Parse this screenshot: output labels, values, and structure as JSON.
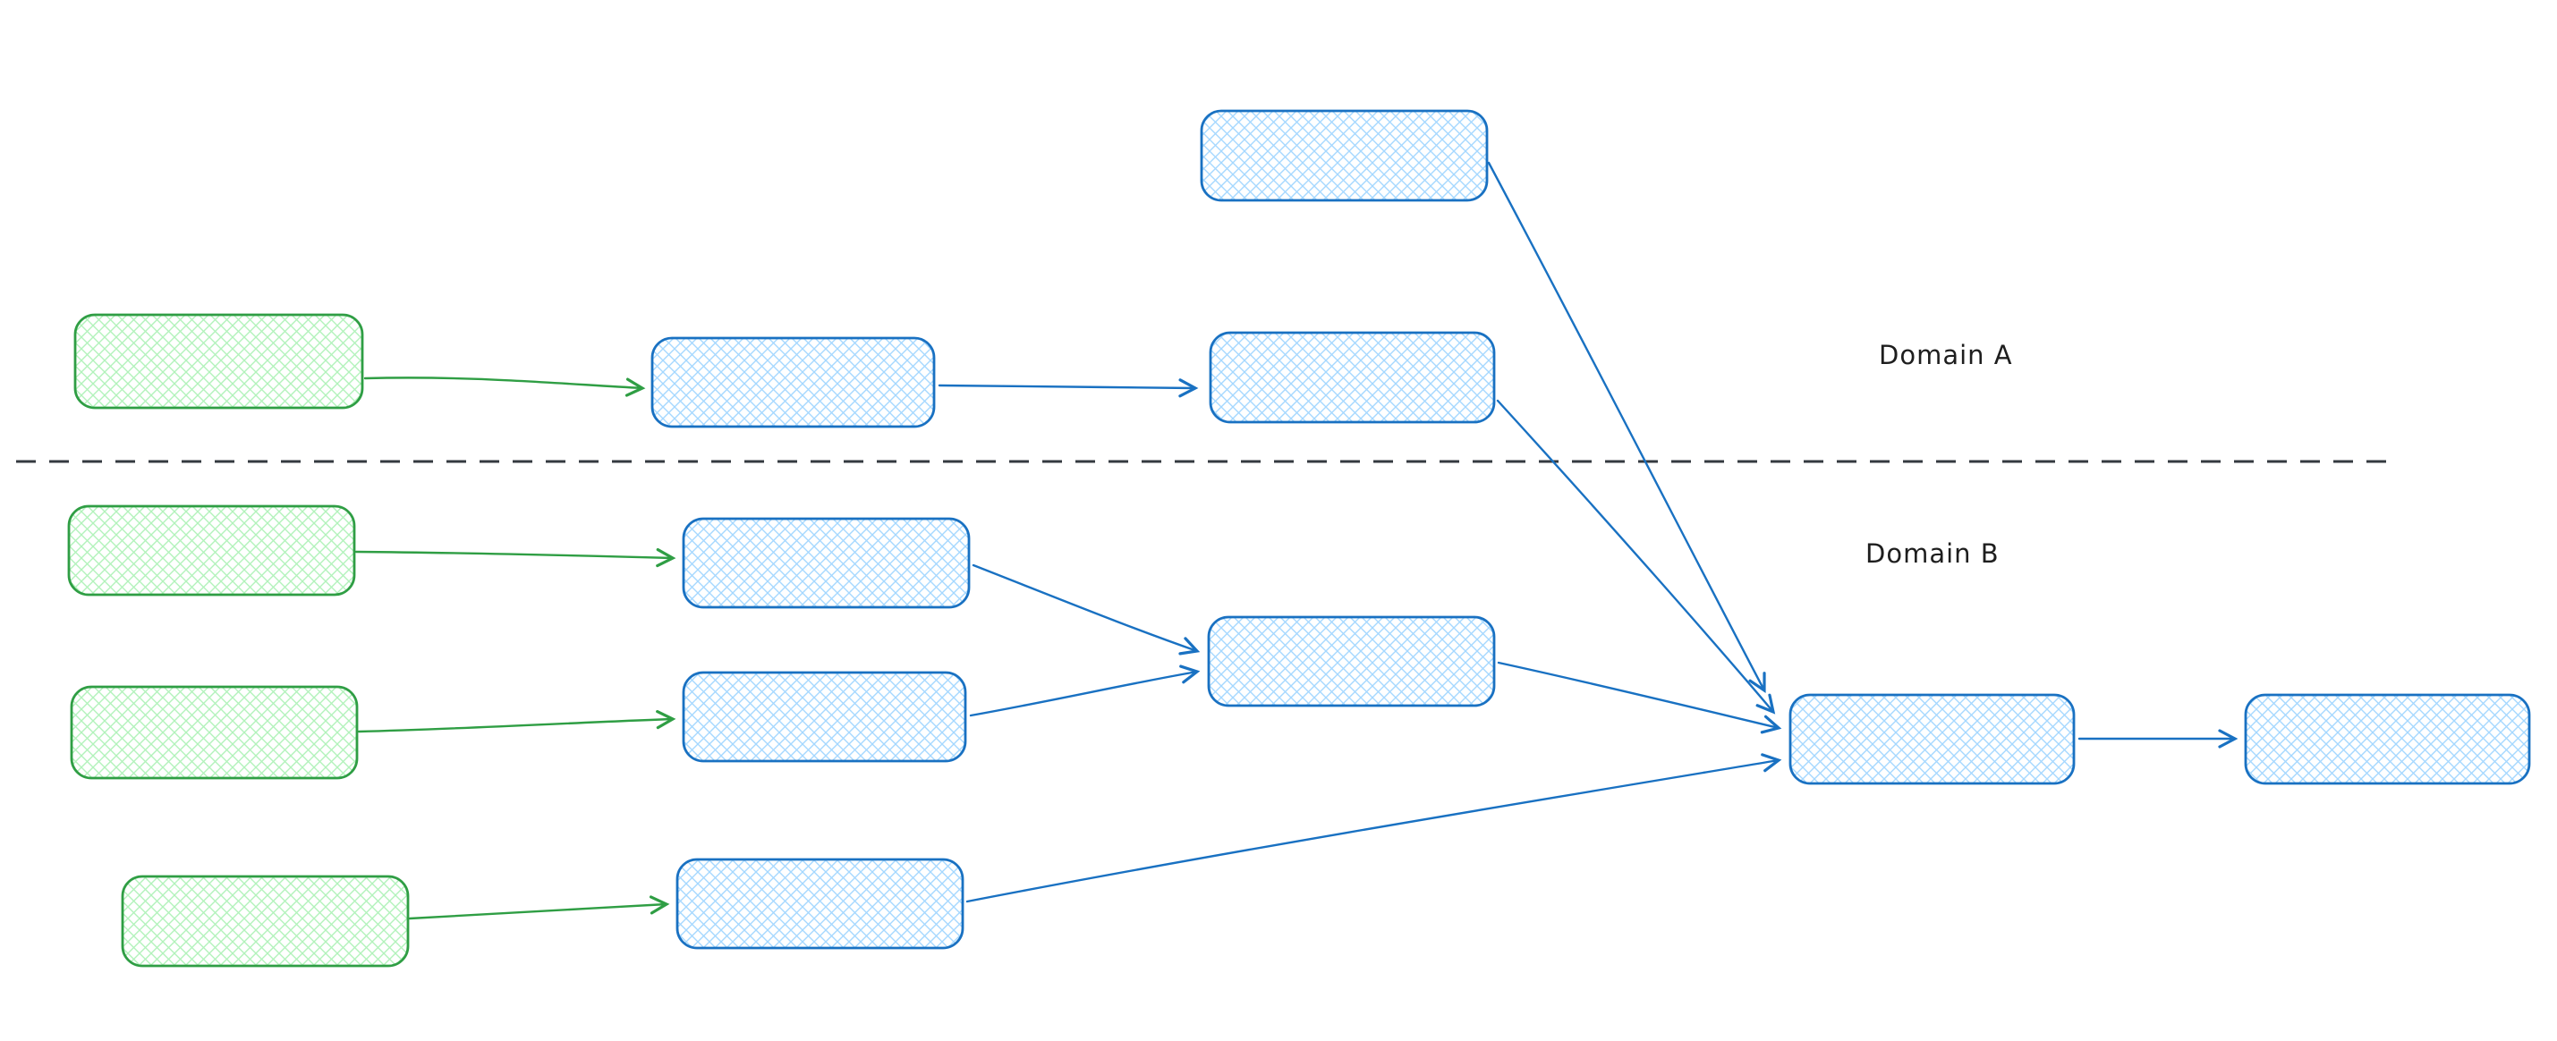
{
  "diagram": {
    "labels": {
      "domain_a": "Domain A",
      "domain_b": "Domain B"
    },
    "colors": {
      "green_stroke": "#2f9e44",
      "green_fill": "#b2f2bb",
      "blue_stroke": "#1971c2",
      "blue_fill": "#a5d8ff",
      "divider": "#343a40",
      "label_text": "#1e1e1e",
      "background": "#ffffff"
    },
    "nodes": [
      {
        "id": "external-a",
        "domain": "A",
        "color": "blue",
        "shape": "rounded-rectangle",
        "label": ""
      },
      {
        "id": "input-a",
        "domain": "A",
        "color": "green",
        "shape": "rounded-rectangle",
        "label": ""
      },
      {
        "id": "stage-a1",
        "domain": "A",
        "color": "blue",
        "shape": "rounded-rectangle",
        "label": ""
      },
      {
        "id": "stage-a2",
        "domain": "A",
        "color": "blue",
        "shape": "rounded-rectangle",
        "label": ""
      },
      {
        "id": "input-b1",
        "domain": "B",
        "color": "green",
        "shape": "rounded-rectangle",
        "label": ""
      },
      {
        "id": "stage-b1",
        "domain": "B",
        "color": "blue",
        "shape": "rounded-rectangle",
        "label": ""
      },
      {
        "id": "input-b2",
        "domain": "B",
        "color": "green",
        "shape": "rounded-rectangle",
        "label": ""
      },
      {
        "id": "stage-b2",
        "domain": "B",
        "color": "blue",
        "shape": "rounded-rectangle",
        "label": ""
      },
      {
        "id": "merge-b",
        "domain": "B",
        "color": "blue",
        "shape": "rounded-rectangle",
        "label": ""
      },
      {
        "id": "input-b3",
        "domain": "B",
        "color": "green",
        "shape": "rounded-rectangle",
        "label": ""
      },
      {
        "id": "stage-b3",
        "domain": "B",
        "color": "blue",
        "shape": "rounded-rectangle",
        "label": ""
      },
      {
        "id": "aggregator",
        "domain": "B",
        "color": "blue",
        "shape": "rounded-rectangle",
        "label": ""
      },
      {
        "id": "output",
        "domain": "B",
        "color": "blue",
        "shape": "rounded-rectangle",
        "label": ""
      }
    ],
    "edges": [
      {
        "from": "input-a",
        "to": "stage-a1",
        "color": "green"
      },
      {
        "from": "stage-a1",
        "to": "stage-a2",
        "color": "blue"
      },
      {
        "from": "external-a",
        "to": "aggregator",
        "color": "blue"
      },
      {
        "from": "stage-a2",
        "to": "aggregator",
        "color": "blue"
      },
      {
        "from": "input-b1",
        "to": "stage-b1",
        "color": "green"
      },
      {
        "from": "input-b2",
        "to": "stage-b2",
        "color": "green"
      },
      {
        "from": "input-b3",
        "to": "stage-b3",
        "color": "green"
      },
      {
        "from": "stage-b1",
        "to": "merge-b",
        "color": "blue"
      },
      {
        "from": "stage-b2",
        "to": "merge-b",
        "color": "blue"
      },
      {
        "from": "merge-b",
        "to": "aggregator",
        "color": "blue"
      },
      {
        "from": "stage-b3",
        "to": "aggregator",
        "color": "blue"
      },
      {
        "from": "aggregator",
        "to": "output",
        "color": "blue"
      }
    ]
  }
}
